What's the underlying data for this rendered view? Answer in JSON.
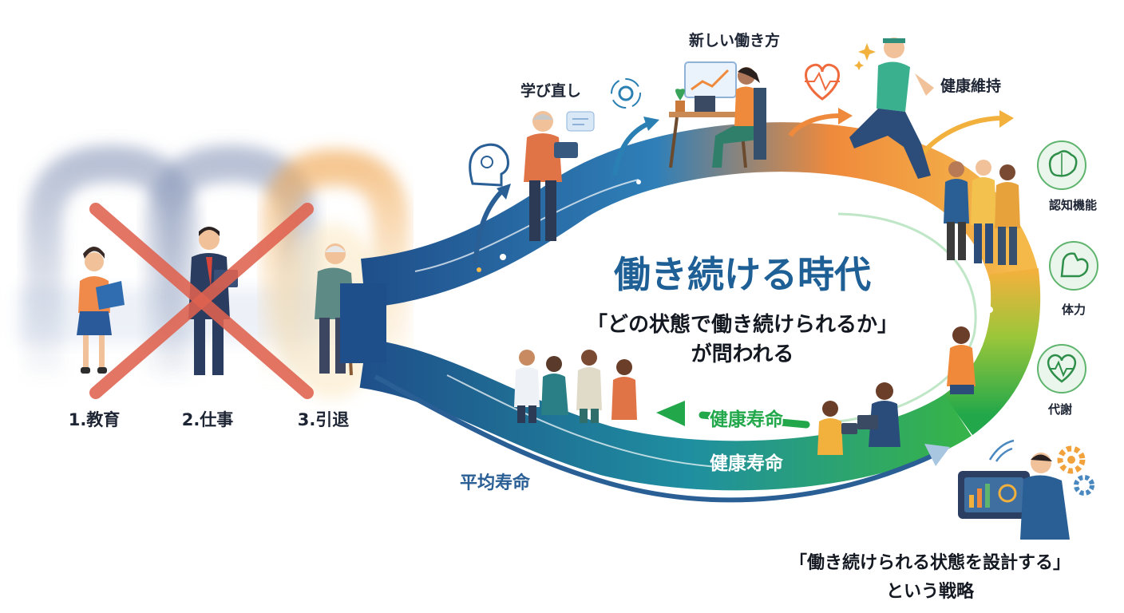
{
  "stages": [
    {
      "label": "1.教育"
    },
    {
      "label": "2.仕事"
    },
    {
      "label": "3.引退"
    }
  ],
  "center": {
    "title": "働き続ける時代",
    "line1": "「どの状態で働き続けられるか」",
    "line2": "が問われる"
  },
  "top_labels": {
    "relearning": "学び直し",
    "new_work": "新しい働き方",
    "health": "健康維持"
  },
  "side_items": [
    {
      "label": "認知機能",
      "icon": "brain-icon"
    },
    {
      "label": "体力",
      "icon": "muscle-arm-icon"
    },
    {
      "label": "代謝",
      "icon": "heart-pulse-icon"
    }
  ],
  "paths": {
    "healthy_life_arrow": "健康寿命",
    "healthy_life": "健康寿命",
    "average_life": "平均寿命"
  },
  "strategy": {
    "line1": "「働き続けられる状態を設計する」",
    "line2": "という戦略"
  },
  "colors": {
    "blue": "#2a5f96",
    "green": "#22a84a",
    "orange": "#ef8a3c",
    "cross": "#e0624f"
  }
}
